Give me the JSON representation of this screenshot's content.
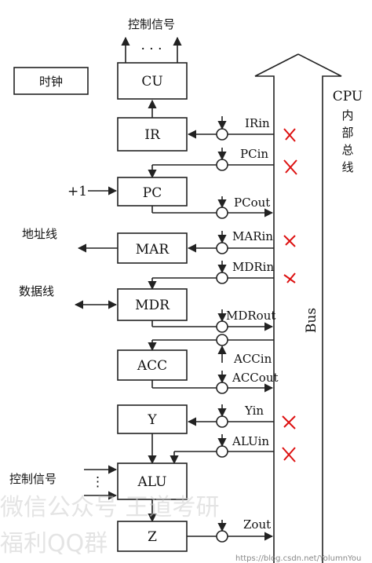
{
  "labels": {
    "control_top": "控制信号",
    "dots_top": "· · ·",
    "clock": "时钟",
    "plus_one": "+1",
    "addr_line": "地址线",
    "data_line": "数据线",
    "control_left": "控制信号",
    "bus_title": [
      "CPU",
      "内",
      "部",
      "总",
      "线"
    ],
    "bus": "Bus"
  },
  "blocks": {
    "cu": "CU",
    "ir": "IR",
    "pc": "PC",
    "mar": "MAR",
    "mdr": "MDR",
    "acc": "ACC",
    "y": "Y",
    "alu": "ALU",
    "z": "Z"
  },
  "signals": {
    "irin": "IRin",
    "pcin": "PCin",
    "pcout": "PCout",
    "marin": "MARin",
    "mdrin": "MDRin",
    "mdrout": "MDRout",
    "accin": "ACCin",
    "accout": "ACCout",
    "yin": "Yin",
    "aluin": "ALUin",
    "zout": "Zout"
  },
  "watermark": {
    "line1": "微信公众号 王道考研",
    "line2": "福利QQ群",
    "credit": "https://blog.csdn.net/YolumnYou"
  },
  "colors": {
    "cross": "#d11111",
    "line": "#222222"
  }
}
